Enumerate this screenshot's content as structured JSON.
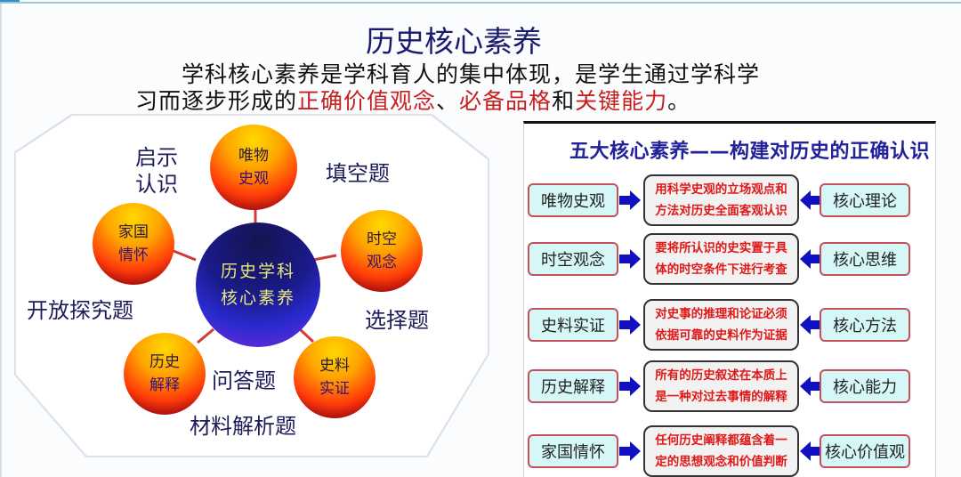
{
  "slide": {
    "title": "历史核心素养",
    "intro_line1": "学科核心素养是学科育人的集中体现，是学生通过学科学",
    "intro_line2_prefix": "习而逐步形成的",
    "intro_highlight_1": "正确价值观念",
    "intro_sep_1": "、",
    "intro_highlight_2": "必备品格",
    "intro_sep_2": "和",
    "intro_highlight_3": "关键能力",
    "intro_end": "。"
  },
  "diagram": {
    "core": {
      "line1": "历史学科",
      "line2": "核心素养"
    },
    "nodes": [
      {
        "line1": "唯物",
        "line2": "史观"
      },
      {
        "line1": "时空",
        "line2": "观念"
      },
      {
        "line1": "史料",
        "line2": "实证"
      },
      {
        "line1": "历史",
        "line2": "解释"
      },
      {
        "line1": "家国",
        "line2": "情怀"
      }
    ],
    "question_types": {
      "qishi_line1": "启示",
      "qishi_line2": "认识",
      "tiankong": "填空题",
      "kaifang": "开放探究题",
      "xuanze": "选择题",
      "wenda": "问答题",
      "cailiao": "材料解析题"
    }
  },
  "table": {
    "title": "五大核心素养——构建对历史的正确认识",
    "rows": [
      {
        "literacy": "唯物史观",
        "desc_line1": "用科学史观的立场观点和",
        "desc_line2": "方法对历史全面客观认识",
        "role": "核心理论"
      },
      {
        "literacy": "时空观念",
        "desc_line1": "要将所认识的史实置于具",
        "desc_line2": "体的时空条件下进行考查",
        "role": "核心思维"
      },
      {
        "literacy": "史料实证",
        "desc_line1": "对史事的推理和论证必须",
        "desc_line2": "依据可靠的史料作为证据",
        "role": "核心方法"
      },
      {
        "literacy": "历史解释",
        "desc_line1": "所有的历史叙述在本质上",
        "desc_line2": "是一种对过去事情的解释",
        "role": "核心能力"
      },
      {
        "literacy": "家国情怀",
        "desc_line1": "任何历史阐释都蕴含着一",
        "desc_line2": "定的思想观念和价值判断",
        "role": "核心价值观"
      }
    ]
  },
  "colors": {
    "title": "#1b1b6e",
    "highlight_red": "#c8201f",
    "table_title": "#21219a",
    "desc_red": "#e01818",
    "arrow_blue": "#1010c0",
    "box_fill": "#d5f7f8"
  }
}
